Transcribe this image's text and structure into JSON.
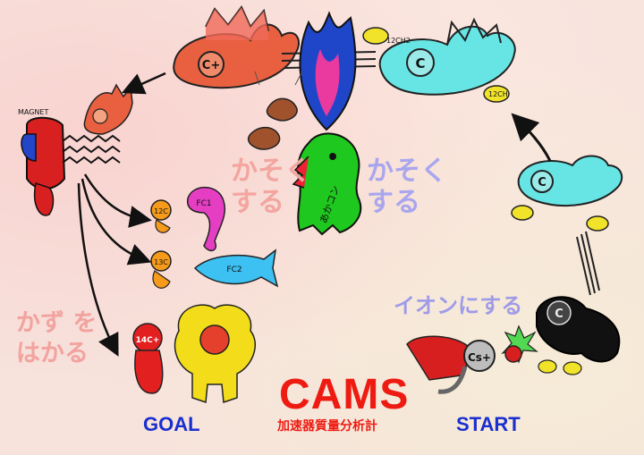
{
  "labels": {
    "accelerate_left": "かそく\nする",
    "accelerate_right": "かそく\nする",
    "measure": "かず を\nはかる",
    "ionize": "イオンにする",
    "title": "CAMS",
    "subtitle": "加速器質量分析計",
    "goal": "GOAL",
    "start": "START",
    "magnet": "MAGNET",
    "dragon_text": "あかコン",
    "c_plus": "C+",
    "c_neutral": "C",
    "cs_plus": "Cs+",
    "c12": "12C",
    "c13": "13C",
    "c14": "14C+",
    "fc1": "FC1",
    "fc2": "FC2",
    "ch2": "12CH2",
    "ch": "12CH"
  },
  "colors": {
    "title_red": "#ee1b12",
    "goal_blue": "#1a2fd0",
    "pink_text": "#f3a5a0",
    "lavender_text": "#a9a6ee"
  }
}
